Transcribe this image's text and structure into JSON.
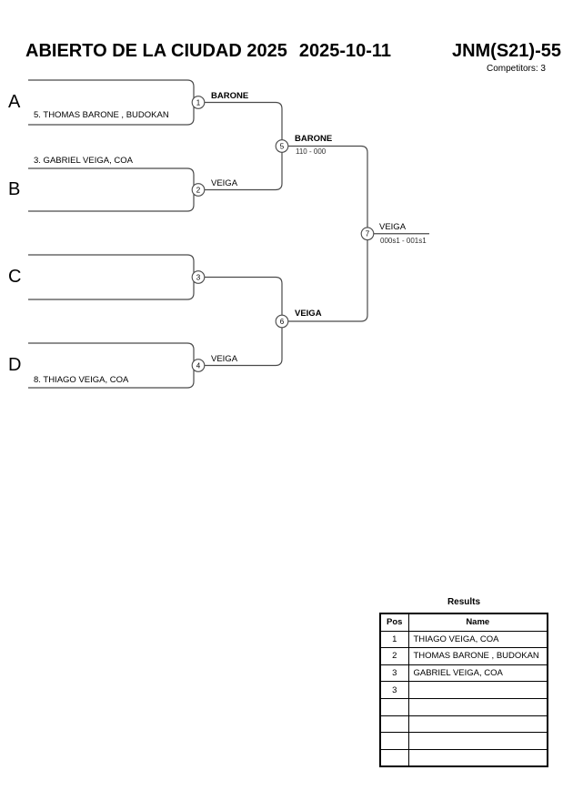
{
  "header": {
    "title": "ABIERTO DE LA CIUDAD 2025",
    "date": "2025-10-11",
    "category": "JNM(S21)-55",
    "competitors": "Competitors: 3"
  },
  "bracket": {
    "pool_letters": [
      "A",
      "B",
      "C",
      "D"
    ],
    "players": {
      "a_bottom": "5. THOMAS BARONE , BUDOKAN",
      "b_top": "3. GABRIEL VEIGA, COA",
      "d_bottom": "8. THIAGO VEIGA, COA"
    },
    "matches": {
      "m1": {
        "no": "1",
        "winner": "BARONE"
      },
      "m2": {
        "no": "2",
        "winner": "VEIGA"
      },
      "m3": {
        "no": "3",
        "winner": ""
      },
      "m4": {
        "no": "4",
        "winner": "VEIGA"
      },
      "m5": {
        "no": "5",
        "winner": "BARONE",
        "score": "110 - 000"
      },
      "m6": {
        "no": "6",
        "winner": "VEIGA"
      },
      "m7": {
        "no": "7",
        "winner": "VEIGA",
        "score": "000s1 - 001s1"
      }
    }
  },
  "results": {
    "title": "Results",
    "columns": {
      "pos": "Pos",
      "name": "Name"
    },
    "rows": [
      {
        "pos": "1",
        "name": "THIAGO VEIGA, COA"
      },
      {
        "pos": "2",
        "name": "THOMAS BARONE , BUDOKAN"
      },
      {
        "pos": "3",
        "name": "GABRIEL VEIGA, COA"
      },
      {
        "pos": "3",
        "name": ""
      },
      {
        "pos": "",
        "name": ""
      },
      {
        "pos": "",
        "name": ""
      },
      {
        "pos": "",
        "name": ""
      },
      {
        "pos": "",
        "name": ""
      }
    ]
  }
}
